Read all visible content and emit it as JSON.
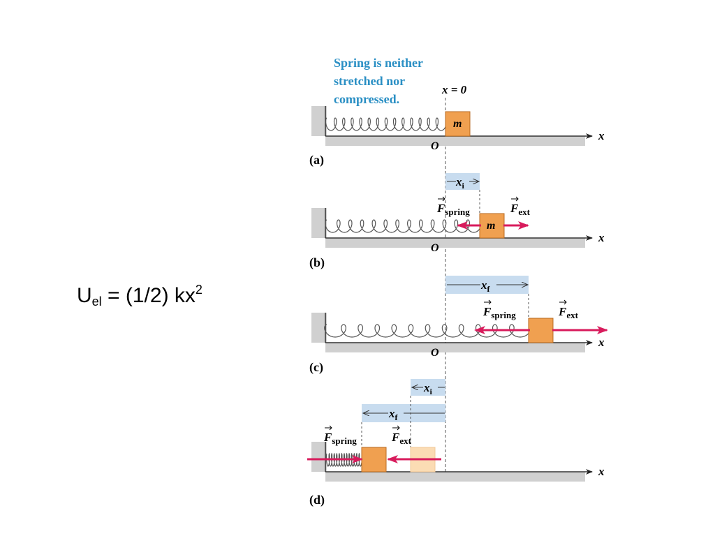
{
  "formula": {
    "lhs": "U",
    "lhs_sub": "el",
    "rhs": " = (1/2) kx",
    "rhs_sup": "2"
  },
  "colors": {
    "caption": "#2a8fc4",
    "force": "#d81b5c",
    "block": "#f0a050",
    "block_faded": "#fbdcb4",
    "shade": "#c8dcef",
    "ground": "#d0d0d0"
  },
  "panels": {
    "a": {
      "label": "(a)",
      "caption_lines": [
        "Spring is neither",
        "stretched nor",
        "compressed."
      ],
      "origin_label": "x = 0",
      "O": "O",
      "mass": "m",
      "axis": "x"
    },
    "b": {
      "label": "(b)",
      "disp": "x",
      "disp_sub": "i",
      "f_spring": "F",
      "f_spring_sub": "spring",
      "f_ext": "F",
      "f_ext_sub": "ext",
      "O": "O",
      "mass": "m",
      "axis": "x"
    },
    "c": {
      "label": "(c)",
      "disp": "x",
      "disp_sub": "f",
      "f_spring": "F",
      "f_spring_sub": "spring",
      "f_ext": "F",
      "f_ext_sub": "ext",
      "O": "O",
      "axis": "x"
    },
    "d": {
      "label": "(d)",
      "disp_i": "x",
      "disp_i_sub": "i",
      "disp_f": "x",
      "disp_f_sub": "f",
      "f_spring": "F",
      "f_spring_sub": "spring",
      "f_ext": "F",
      "f_ext_sub": "ext",
      "axis": "x"
    }
  }
}
